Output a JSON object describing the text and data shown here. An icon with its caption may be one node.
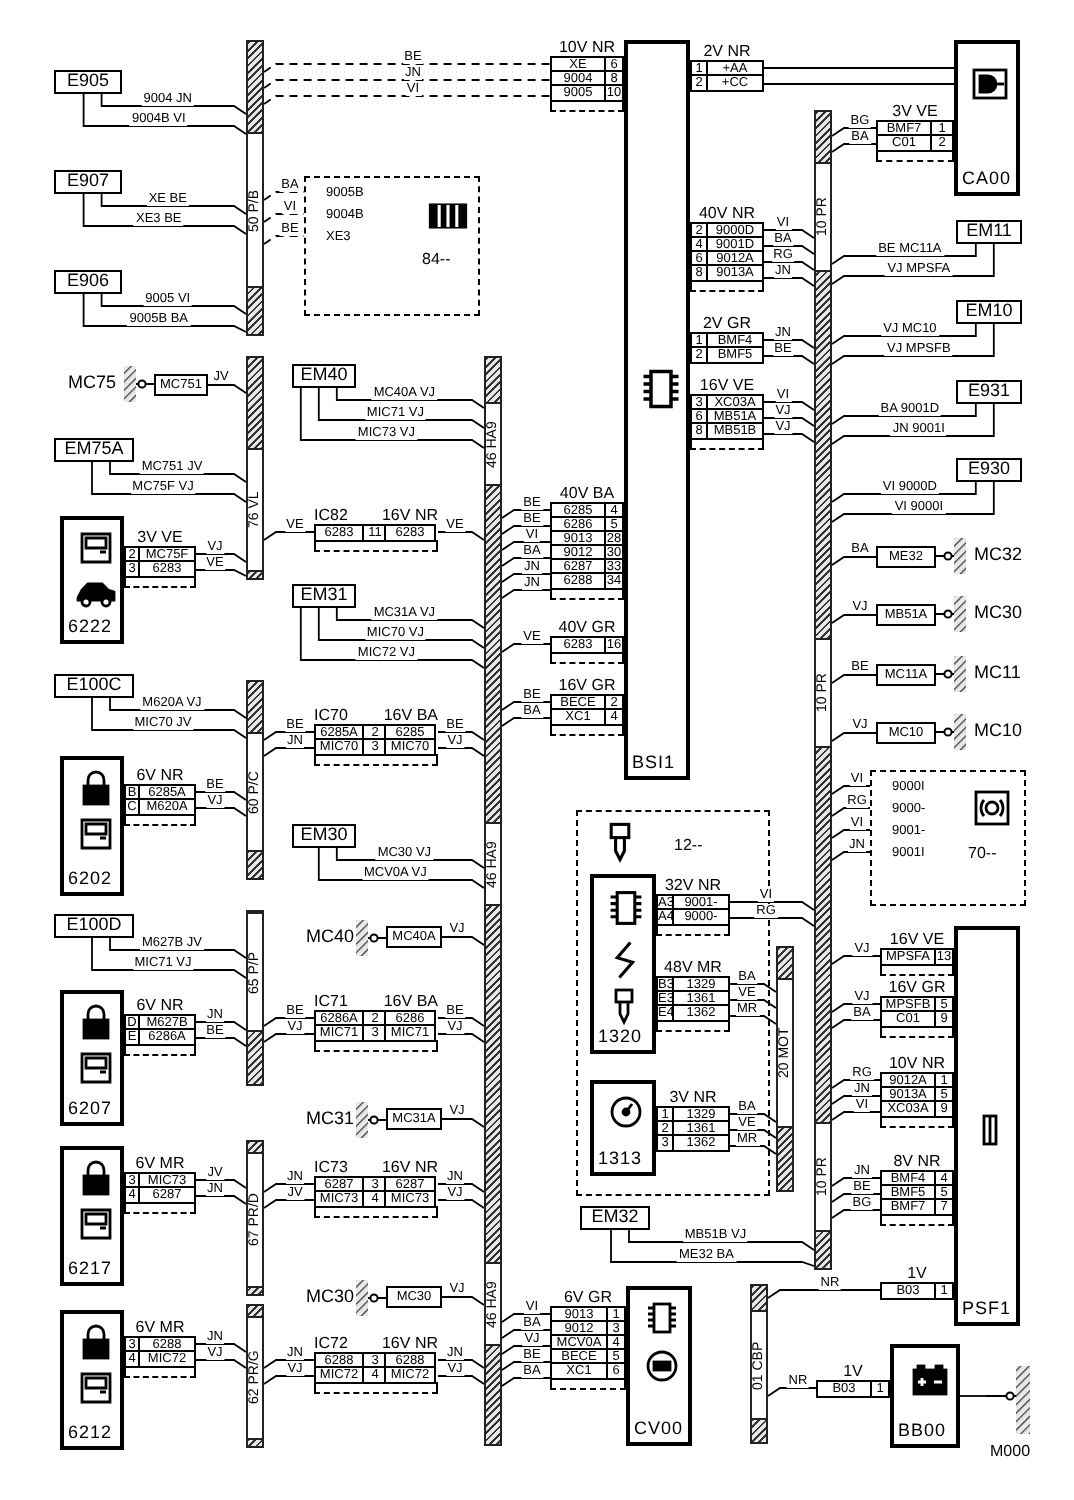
{
  "diagram": {
    "nodes": [
      {
        "text": [
          "E905"
        ]
      },
      {
        "text": [
          "E907"
        ]
      },
      {
        "text": [
          "E906"
        ]
      },
      {
        "text": [
          "50 P/B"
        ]
      },
      {
        "text": [
          "9005B",
          "9004B",
          "XE3",
          "84--"
        ]
      },
      {
        "text": [
          "MC75"
        ]
      },
      {
        "text": [
          "MC751"
        ]
      },
      {
        "text": [
          "EM75A"
        ]
      },
      {
        "text": [
          "76 VL"
        ]
      },
      {
        "text": [
          "6222"
        ]
      },
      {
        "text": [
          "3V VE",
          "2",
          "MC75F",
          "3",
          "6283"
        ]
      },
      {
        "text": [
          "EM40"
        ]
      },
      {
        "text": [
          "IC82",
          "16V NR",
          "6283",
          "11",
          "6283"
        ]
      },
      {
        "text": [
          "EM31"
        ]
      },
      {
        "text": [
          "E100C"
        ]
      },
      {
        "text": [
          "60 P/C"
        ]
      },
      {
        "text": [
          "6202"
        ]
      },
      {
        "text": [
          "6V NR",
          "B",
          "6285A",
          "C",
          "M620A"
        ]
      },
      {
        "text": [
          "IC70",
          "16V BA",
          "6285A",
          "2",
          "6285",
          "MIC70",
          "3",
          "MIC70"
        ]
      },
      {
        "text": [
          "EM30"
        ]
      },
      {
        "text": [
          "MC40"
        ]
      },
      {
        "text": [
          "MC40A"
        ]
      },
      {
        "text": [
          "E100D"
        ]
      },
      {
        "text": [
          "65 P/P"
        ]
      },
      {
        "text": [
          "6207"
        ]
      },
      {
        "text": [
          "6V NR",
          "D",
          "M627B",
          "E",
          "6286A"
        ]
      },
      {
        "text": [
          "IC71",
          "16V BA",
          "6286A",
          "2",
          "6286",
          "MIC71",
          "3",
          "MIC71"
        ]
      },
      {
        "text": [
          "MC31"
        ]
      },
      {
        "text": [
          "MC31A"
        ]
      },
      {
        "text": [
          "6217"
        ]
      },
      {
        "text": [
          "6V MR",
          "3",
          "MIC73",
          "4",
          "6287"
        ]
      },
      {
        "text": [
          "67 PR/D"
        ]
      },
      {
        "text": [
          "IC73",
          "16V NR",
          "6287",
          "3",
          "6287",
          "MIC73",
          "4",
          "MIC73"
        ]
      },
      {
        "text": [
          "MC30"
        ]
      },
      {
        "text": [
          "MC30"
        ]
      },
      {
        "text": [
          "6212"
        ]
      },
      {
        "text": [
          "6V MR",
          "3",
          "6288",
          "4",
          "MIC72"
        ]
      },
      {
        "text": [
          "62 PR/G"
        ]
      },
      {
        "text": [
          "IC72",
          "16V NR",
          "6288",
          "3",
          "6288",
          "MIC72",
          "4",
          "MIC72"
        ]
      },
      {
        "text": [
          "46 HA9",
          "46 HA9",
          "46 HA9"
        ]
      },
      {
        "text": [
          "BSI1"
        ]
      },
      {
        "text": [
          "10V NR",
          "XE",
          "6",
          "9004",
          "8",
          "9005",
          "10"
        ]
      },
      {
        "text": [
          "40V BA",
          "6285",
          "4",
          "6286",
          "5",
          "9013",
          "28",
          "9012",
          "30",
          "6287",
          "33",
          "6288",
          "34"
        ]
      },
      {
        "text": [
          "40V GR",
          "6283",
          "16"
        ]
      },
      {
        "text": [
          "16V GR",
          "BECE",
          "2",
          "XC1",
          "4"
        ]
      },
      {
        "text": [
          "2V NR",
          "1",
          "+AA",
          "2",
          "+CC"
        ]
      },
      {
        "text": [
          "40V NR",
          "2",
          "9000D",
          "4",
          "9001D",
          "6",
          "9012A",
          "8",
          "9013A"
        ]
      },
      {
        "text": [
          "2V GR",
          "1",
          "BMF4",
          "2",
          "BMF5"
        ]
      },
      {
        "text": [
          "16V VE",
          "3",
          "XC03A",
          "6",
          "MB51A",
          "8",
          "MB51B"
        ]
      },
      {
        "text": [
          "10 PR",
          "10 PR",
          "10 PR"
        ]
      },
      {
        "text": [
          "CA00"
        ]
      },
      {
        "text": [
          "3V VE",
          "BMF7",
          "1",
          "C01",
          "2"
        ]
      },
      {
        "text": [
          "EM11"
        ]
      },
      {
        "text": [
          "EM10"
        ]
      },
      {
        "text": [
          "E931"
        ]
      },
      {
        "text": [
          "E930"
        ]
      },
      {
        "text": [
          "ME32"
        ]
      },
      {
        "text": [
          "MC32"
        ]
      },
      {
        "text": [
          "MB51A"
        ]
      },
      {
        "text": [
          "MC30"
        ]
      },
      {
        "text": [
          "MC11A"
        ]
      },
      {
        "text": [
          "MC11"
        ]
      },
      {
        "text": [
          "MC10"
        ]
      },
      {
        "text": [
          "MC10"
        ]
      },
      {
        "text": [
          "9000I",
          "9000-",
          "9001-",
          "9001I",
          "70--"
        ]
      },
      {
        "text": [
          "12--"
        ]
      },
      {
        "text": [
          "1320"
        ],
        "in": 65
      },
      {
        "text": [
          "32V NR",
          "A3",
          "9001-",
          "A4",
          "9000-"
        ],
        "in": 65
      },
      {
        "text": [
          "48V MR",
          "B3",
          "1329",
          "E3",
          "1361",
          "E4",
          "1362"
        ],
        "in": 65
      },
      {
        "text": [
          "1313"
        ],
        "in": 65
      },
      {
        "text": [
          "3V NR",
          "1",
          "1329",
          "2",
          "1361",
          "3",
          "1362"
        ],
        "in": 65
      },
      {
        "text": [
          "20 MOT"
        ]
      },
      {
        "text": [
          "EM32"
        ]
      },
      {
        "text": [
          "CV00"
        ]
      },
      {
        "text": [
          "6V GR",
          "9013",
          "1",
          "9012",
          "3",
          "MCV0A",
          "4",
          "BECE",
          "5",
          "XC1",
          "6"
        ]
      },
      {
        "text": [
          "PSF1"
        ]
      },
      {
        "text": [
          "16V VE",
          "MPSFA",
          "13"
        ]
      },
      {
        "text": [
          "16V GR",
          "MPSFB",
          "5",
          "C01",
          "9"
        ]
      },
      {
        "text": [
          "10V NR",
          "9012A",
          "1",
          "9013A",
          "5",
          "XC03A",
          "9"
        ]
      },
      {
        "text": [
          "8V NR",
          "BMF4",
          "4",
          "BMF5",
          "5",
          "BMF7",
          "7"
        ]
      },
      {
        "text": [
          "1V",
          "B03",
          "1"
        ]
      },
      {
        "text": [
          "01 CBP"
        ]
      },
      {
        "text": [
          "1V",
          "B03",
          "1"
        ]
      },
      {
        "text": [
          "BB00"
        ]
      },
      {
        "text": [
          "M000"
        ]
      }
    ],
    "edges": [
      {
        "from": 0,
        "to": 3,
        "arrow": "none",
        "label": "9004 JN"
      },
      {
        "from": 0,
        "to": 3,
        "arrow": "none",
        "label": "9004B VI"
      },
      {
        "from": 1,
        "to": 3,
        "arrow": "none",
        "label": "XE BE"
      },
      {
        "from": 1,
        "to": 3,
        "arrow": "none",
        "label": "XE3 BE"
      },
      {
        "from": 2,
        "to": 3,
        "arrow": "none",
        "label": "9005 VI"
      },
      {
        "from": 2,
        "to": 3,
        "arrow": "none",
        "label": "9005B BA"
      },
      {
        "from": 3,
        "to": 41,
        "arrow": "none",
        "label": "BE",
        "style": "dashed"
      },
      {
        "from": 3,
        "to": 41,
        "arrow": "none",
        "label": "JN",
        "style": "dashed"
      },
      {
        "from": 3,
        "to": 41,
        "arrow": "none",
        "label": "VI",
        "style": "dashed"
      },
      {
        "from": 3,
        "to": 4,
        "arrow": "none",
        "label": "BA",
        "style": "dashed"
      },
      {
        "from": 3,
        "to": 4,
        "arrow": "none",
        "label": "VI",
        "style": "dashed"
      },
      {
        "from": 3,
        "to": 4,
        "arrow": "none",
        "label": "BE",
        "style": "dashed"
      },
      {
        "from": 6,
        "to": 8,
        "arrow": "none",
        "label": "JV"
      },
      {
        "from": 7,
        "to": 8,
        "arrow": "none",
        "label": "MC751 JV"
      },
      {
        "from": 7,
        "to": 8,
        "arrow": "none",
        "label": "MC75F VJ"
      },
      {
        "from": 10,
        "to": 8,
        "arrow": "none",
        "label": "VJ"
      },
      {
        "from": 10,
        "to": 8,
        "arrow": "none",
        "label": "VE"
      },
      {
        "from": 8,
        "to": 12,
        "arrow": "none",
        "label": "VE"
      },
      {
        "from": 12,
        "to": 39,
        "arrow": "none",
        "label": "VE"
      },
      {
        "from": 11,
        "to": 39,
        "arrow": "none",
        "label": "MC40A VJ"
      },
      {
        "from": 11,
        "to": 39,
        "arrow": "none",
        "label": "MIC71 VJ"
      },
      {
        "from": 11,
        "to": 39,
        "arrow": "none",
        "label": "MIC73 VJ"
      },
      {
        "from": 13,
        "to": 39,
        "arrow": "none",
        "label": "MC31A VJ"
      },
      {
        "from": 13,
        "to": 39,
        "arrow": "none",
        "label": "MIC70 VJ"
      },
      {
        "from": 13,
        "to": 39,
        "arrow": "none",
        "label": "MIC72 VJ"
      },
      {
        "from": 14,
        "to": 15,
        "arrow": "none",
        "label": "M620A VJ"
      },
      {
        "from": 14,
        "to": 15,
        "arrow": "none",
        "label": "MIC70 JV"
      },
      {
        "from": 17,
        "to": 15,
        "arrow": "none",
        "label": "BE"
      },
      {
        "from": 17,
        "to": 15,
        "arrow": "none",
        "label": "VJ"
      },
      {
        "from": 15,
        "to": 18,
        "arrow": "none",
        "label": "BE"
      },
      {
        "from": 15,
        "to": 18,
        "arrow": "none",
        "label": "JN"
      },
      {
        "from": 18,
        "to": 39,
        "arrow": "none",
        "label": "BE"
      },
      {
        "from": 18,
        "to": 39,
        "arrow": "none",
        "label": "VJ"
      },
      {
        "from": 19,
        "to": 39,
        "arrow": "none",
        "label": "MC30 VJ"
      },
      {
        "from": 19,
        "to": 39,
        "arrow": "none",
        "label": "MCV0A VJ"
      },
      {
        "from": 21,
        "to": 39,
        "arrow": "none",
        "label": "VJ"
      },
      {
        "from": 22,
        "to": 23,
        "arrow": "none",
        "label": "M627B JV"
      },
      {
        "from": 22,
        "to": 23,
        "arrow": "none",
        "label": "MIC71 VJ"
      },
      {
        "from": 25,
        "to": 23,
        "arrow": "none",
        "label": "JN"
      },
      {
        "from": 25,
        "to": 23,
        "arrow": "none",
        "label": "BE"
      },
      {
        "from": 23,
        "to": 26,
        "arrow": "none",
        "label": "BE"
      },
      {
        "from": 23,
        "to": 26,
        "arrow": "none",
        "label": "VJ"
      },
      {
        "from": 26,
        "to": 39,
        "arrow": "none",
        "label": "BE"
      },
      {
        "from": 26,
        "to": 39,
        "arrow": "none",
        "label": "VJ"
      },
      {
        "from": 28,
        "to": 39,
        "arrow": "none",
        "label": "VJ"
      },
      {
        "from": 30,
        "to": 31,
        "arrow": "none",
        "label": "JV"
      },
      {
        "from": 30,
        "to": 31,
        "arrow": "none",
        "label": "JN"
      },
      {
        "from": 31,
        "to": 32,
        "arrow": "none",
        "label": "JN"
      },
      {
        "from": 31,
        "to": 32,
        "arrow": "none",
        "label": "JV"
      },
      {
        "from": 32,
        "to": 39,
        "arrow": "none",
        "label": "JN"
      },
      {
        "from": 32,
        "to": 39,
        "arrow": "none",
        "label": "VJ"
      },
      {
        "from": 34,
        "to": 39,
        "arrow": "none",
        "label": "VJ"
      },
      {
        "from": 36,
        "to": 37,
        "arrow": "none",
        "label": "JN"
      },
      {
        "from": 36,
        "to": 37,
        "arrow": "none",
        "label": "VJ"
      },
      {
        "from": 37,
        "to": 38,
        "arrow": "none",
        "label": "JN"
      },
      {
        "from": 37,
        "to": 38,
        "arrow": "none",
        "label": "VJ"
      },
      {
        "from": 38,
        "to": 39,
        "arrow": "none",
        "label": "JN"
      },
      {
        "from": 38,
        "to": 39,
        "arrow": "none",
        "label": "VJ"
      },
      {
        "from": 39,
        "to": 42,
        "arrow": "none",
        "label": "BE"
      },
      {
        "from": 39,
        "to": 42,
        "arrow": "none",
        "label": "BE"
      },
      {
        "from": 39,
        "to": 42,
        "arrow": "none",
        "label": "VI"
      },
      {
        "from": 39,
        "to": 42,
        "arrow": "none",
        "label": "BA"
      },
      {
        "from": 39,
        "to": 42,
        "arrow": "none",
        "label": "JN"
      },
      {
        "from": 39,
        "to": 42,
        "arrow": "none",
        "label": "JN"
      },
      {
        "from": 39,
        "to": 43,
        "arrow": "none",
        "label": "VE"
      },
      {
        "from": 39,
        "to": 44,
        "arrow": "none",
        "label": "BE"
      },
      {
        "from": 39,
        "to": 44,
        "arrow": "none",
        "label": "BA"
      },
      {
        "from": 39,
        "to": 74,
        "arrow": "none",
        "label": "VI"
      },
      {
        "from": 39,
        "to": 74,
        "arrow": "none",
        "label": "BA"
      },
      {
        "from": 39,
        "to": 74,
        "arrow": "none",
        "label": "VJ"
      },
      {
        "from": 39,
        "to": 74,
        "arrow": "none",
        "label": "BE"
      },
      {
        "from": 39,
        "to": 74,
        "arrow": "none",
        "label": "BA"
      },
      {
        "from": 45,
        "to": 50,
        "arrow": "none"
      },
      {
        "from": 45,
        "to": 50,
        "arrow": "none"
      },
      {
        "from": 46,
        "to": 49,
        "arrow": "none",
        "label": "VI"
      },
      {
        "from": 46,
        "to": 49,
        "arrow": "none",
        "label": "BA"
      },
      {
        "from": 46,
        "to": 49,
        "arrow": "none",
        "label": "RG"
      },
      {
        "from": 46,
        "to": 49,
        "arrow": "none",
        "label": "JN"
      },
      {
        "from": 47,
        "to": 49,
        "arrow": "none",
        "label": "JN"
      },
      {
        "from": 47,
        "to": 49,
        "arrow": "none",
        "label": "BE"
      },
      {
        "from": 48,
        "to": 49,
        "arrow": "none",
        "label": "VI"
      },
      {
        "from": 48,
        "to": 49,
        "arrow": "none",
        "label": "VJ"
      },
      {
        "from": 48,
        "to": 49,
        "arrow": "none",
        "label": "VJ"
      },
      {
        "from": 51,
        "to": 49,
        "arrow": "none",
        "label": "BG"
      },
      {
        "from": 51,
        "to": 49,
        "arrow": "none",
        "label": "BA"
      },
      {
        "from": 52,
        "to": 49,
        "arrow": "none",
        "label": "BE MC11A"
      },
      {
        "from": 52,
        "to": 49,
        "arrow": "none",
        "label": "VJ MPSFA"
      },
      {
        "from": 53,
        "to": 49,
        "arrow": "none",
        "label": "VJ MC10"
      },
      {
        "from": 53,
        "to": 49,
        "arrow": "none",
        "label": "VJ MPSFB"
      },
      {
        "from": 54,
        "to": 49,
        "arrow": "none",
        "label": "BA 9001D"
      },
      {
        "from": 54,
        "to": 49,
        "arrow": "none",
        "label": "JN 9001I"
      },
      {
        "from": 55,
        "to": 49,
        "arrow": "none",
        "label": "VI 9000D"
      },
      {
        "from": 55,
        "to": 49,
        "arrow": "none",
        "label": "VI 9000I"
      },
      {
        "from": 56,
        "to": 49,
        "arrow": "none",
        "label": "BA"
      },
      {
        "from": 58,
        "to": 49,
        "arrow": "none",
        "label": "VJ"
      },
      {
        "from": 60,
        "to": 49,
        "arrow": "none",
        "label": "BE"
      },
      {
        "from": 62,
        "to": 49,
        "arrow": "none",
        "label": "VJ"
      },
      {
        "from": 49,
        "to": 64,
        "arrow": "none",
        "label": "VI"
      },
      {
        "from": 49,
        "to": 64,
        "arrow": "none",
        "label": "RG"
      },
      {
        "from": 49,
        "to": 64,
        "arrow": "none",
        "label": "VI"
      },
      {
        "from": 49,
        "to": 64,
        "arrow": "none",
        "label": "JN"
      },
      {
        "from": 67,
        "to": 49,
        "arrow": "none",
        "label": "VI"
      },
      {
        "from": 67,
        "to": 49,
        "arrow": "none",
        "label": "RG"
      },
      {
        "from": 68,
        "to": 71,
        "arrow": "none",
        "label": "BA"
      },
      {
        "from": 68,
        "to": 71,
        "arrow": "none",
        "label": "VE"
      },
      {
        "from": 68,
        "to": 71,
        "arrow": "none",
        "label": "MR"
      },
      {
        "from": 70,
        "to": 71,
        "arrow": "none",
        "label": "BA"
      },
      {
        "from": 70,
        "to": 71,
        "arrow": "none",
        "label": "VE"
      },
      {
        "from": 70,
        "to": 71,
        "arrow": "none",
        "label": "MR"
      },
      {
        "from": 72,
        "to": 49,
        "arrow": "none",
        "label": "MB51B VJ"
      },
      {
        "from": 72,
        "to": 49,
        "arrow": "none",
        "label": "ME32 BA"
      },
      {
        "from": 76,
        "to": 49,
        "arrow": "none",
        "label": "VJ"
      },
      {
        "from": 77,
        "to": 49,
        "arrow": "none",
        "label": "VJ"
      },
      {
        "from": 77,
        "to": 49,
        "arrow": "none",
        "label": "BA"
      },
      {
        "from": 78,
        "to": 49,
        "arrow": "none",
        "label": "RG"
      },
      {
        "from": 78,
        "to": 49,
        "arrow": "none",
        "label": "JN"
      },
      {
        "from": 78,
        "to": 49,
        "arrow": "none",
        "label": "VI"
      },
      {
        "from": 79,
        "to": 49,
        "arrow": "none",
        "label": "JN"
      },
      {
        "from": 79,
        "to": 49,
        "arrow": "none",
        "label": "BE"
      },
      {
        "from": 79,
        "to": 49,
        "arrow": "none",
        "label": "BG"
      },
      {
        "from": 80,
        "to": 81,
        "arrow": "none",
        "label": "NR"
      },
      {
        "from": 82,
        "to": 81,
        "arrow": "none",
        "label": "NR"
      },
      {
        "from": 83,
        "to": 84,
        "arrow": "none"
      }
    ]
  }
}
